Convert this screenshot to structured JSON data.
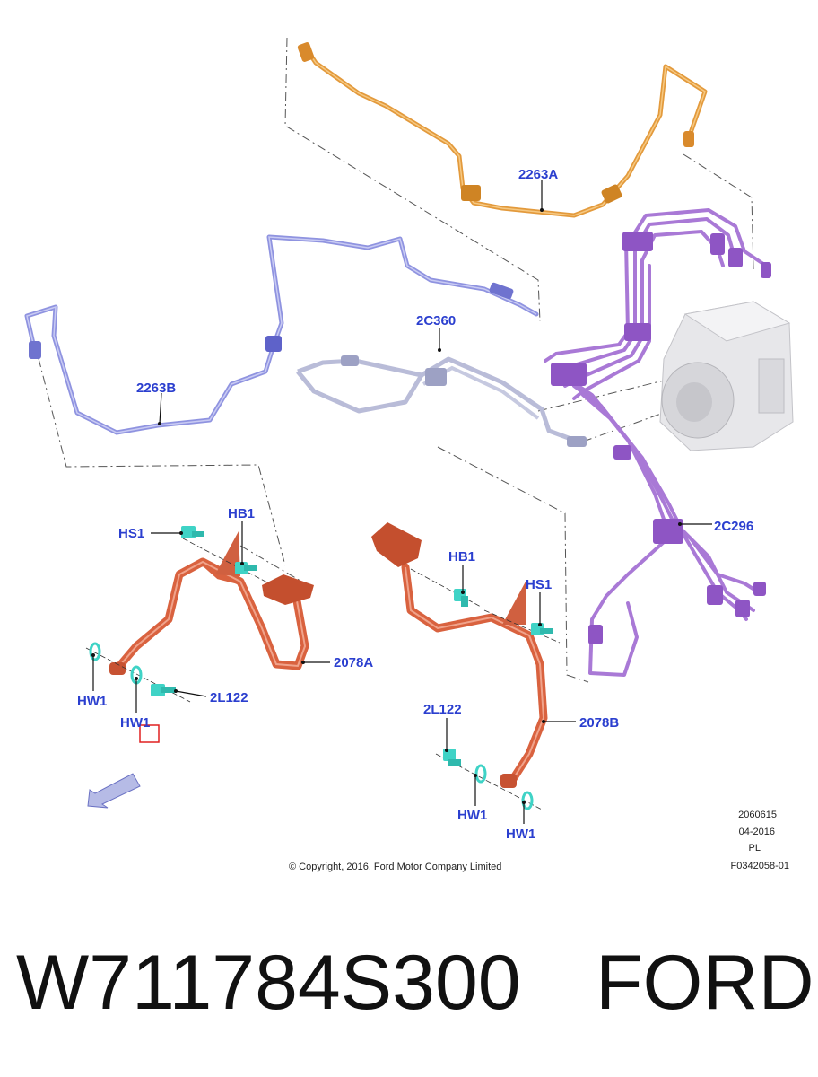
{
  "diagram": {
    "callouts": {
      "c2263A": "2263A",
      "c2263B": "2263B",
      "c2C360": "2C360",
      "c2C296": "2C296",
      "hs1_left": "HS1",
      "hb1_left": "HB1",
      "c2078A": "2078A",
      "hw1_left_a": "HW1",
      "hw1_left_b": "HW1",
      "c2L122_left": "2L122",
      "hb1_right": "HB1",
      "hs1_right": "HS1",
      "c2L122_right": "2L122",
      "c2078B": "2078B",
      "hw1_right_a": "HW1",
      "hw1_right_b": "HW1"
    },
    "meta": {
      "line1": "2060615",
      "line2": "04-2016",
      "line3": "PL",
      "line4": "F0342058-01"
    },
    "copyright": "© Copyright, 2016, Ford Motor Company Limited",
    "colors": {
      "orange_line": "#e39a3c",
      "blue_line": "#8f93e0",
      "grey_line": "#b9bcd8",
      "purple_line": "#a979d6",
      "hose": "#d9623f",
      "fastener": "#3fd3c6",
      "callout_text": "#2b3fcf"
    }
  },
  "footer": {
    "part_number": "W711784S300",
    "brand": "FORD"
  }
}
